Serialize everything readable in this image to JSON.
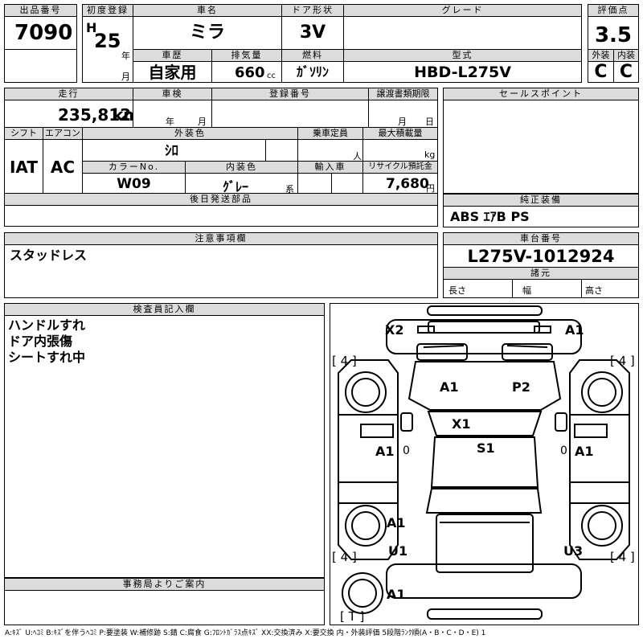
{
  "header": {
    "lot_no_label": "出品番号",
    "lot_no": "7090",
    "first_reg_label": "初度登録",
    "era": "H",
    "year_num": "25",
    "year_unit": "年",
    "month_unit": "月",
    "car_name_label": "車名",
    "car_name": "ミラ",
    "door_label": "ドア形状",
    "door": "3V",
    "grade_label": "グレード",
    "grade": "",
    "score_label": "評価点",
    "score": "3.5",
    "history_label": "車歴",
    "history": "自家用",
    "displacement_label": "排気量",
    "displacement": "660",
    "displacement_unit": "cc",
    "fuel_label": "燃料",
    "fuel": "ｶﾞｿﾘﾝ",
    "model_label": "型式",
    "model": "HBD-L275V",
    "exterior_label": "外装",
    "exterior": "C",
    "interior_label": "内装",
    "interior": "C"
  },
  "row2": {
    "mileage_label": "走行",
    "mileage": "235,812",
    "mileage_unit": "km",
    "inspection_label": "車検",
    "inspection_year_unit": "年",
    "inspection_month_unit": "月",
    "reg_no_label": "登録番号",
    "transfer_label": "譲渡書類期限",
    "transfer_month_unit": "月",
    "transfer_day_unit": "日",
    "shift_label": "シフト",
    "shift": "IAT",
    "ac_label": "エアコン",
    "ac": "AC",
    "color_label": "外装色",
    "color": "ｼﾛ",
    "capacity_label": "乗車定員",
    "capacity_unit": "人",
    "max_load_label": "最大積載量",
    "max_load_unit": "kg",
    "color_no_label": "カラーNo.",
    "color_no": "W09",
    "interior_color_label": "内装色",
    "interior_color": "ｸﾞﾚｰ",
    "interior_color_unit": "系",
    "import_label": "輸入車",
    "recycle_label": "リサイクル預託金",
    "recycle": "7,680",
    "recycle_unit": "円",
    "later_parts_label": "後日発送部品"
  },
  "sales_point": {
    "label": "セールスポイント"
  },
  "equipment": {
    "label": "純正装備",
    "value": "ABS ｴｱB PS"
  },
  "notes": {
    "label": "注意事項欄",
    "value": "スタッドレス"
  },
  "chassis": {
    "label": "車台番号",
    "value": "L275V-1012924",
    "spec_label": "諸元",
    "length_label": "長さ",
    "width_label": "幅",
    "height_label": "高さ"
  },
  "inspector": {
    "label": "検査員記入欄",
    "lines": [
      "ハンドルすれ",
      "ドア内張傷",
      "シートすれ中"
    ]
  },
  "office": {
    "label": "事務局よりご案内"
  },
  "diagram": {
    "codes": {
      "front_left": "X2",
      "front_right": "A1",
      "hood_left": "A1",
      "hood_right": "P2",
      "windshield": "X1",
      "roof": "S1",
      "left_door": "A1",
      "right_door": "A1",
      "left_rear": "A1",
      "left_rear_lower": "U1",
      "right_rear_lower": "U3",
      "rear": "A1",
      "left_door_mark": "0",
      "right_door_mark": "0"
    },
    "tires": {
      "fl": "[ 4 ]",
      "fr": "[ 4 ]",
      "rl": "[ 4 ]",
      "rr": "[ 4 ]",
      "t": "[ T ]"
    }
  },
  "legend": "A:ｷｽﾞ U:ﾍｺﾐ B:ｷｽﾞを伴うﾍｺﾐ P:要塗装 W:補修跡 S:錆 C:腐食 G:ﾌﾛﾝﾄｶﾞﾗｽ点ｷｽﾞ XX:交換済み X:要交換 内・外装評価 5段階ﾗﾝｸ順(A・B・C・D・E) 1"
}
